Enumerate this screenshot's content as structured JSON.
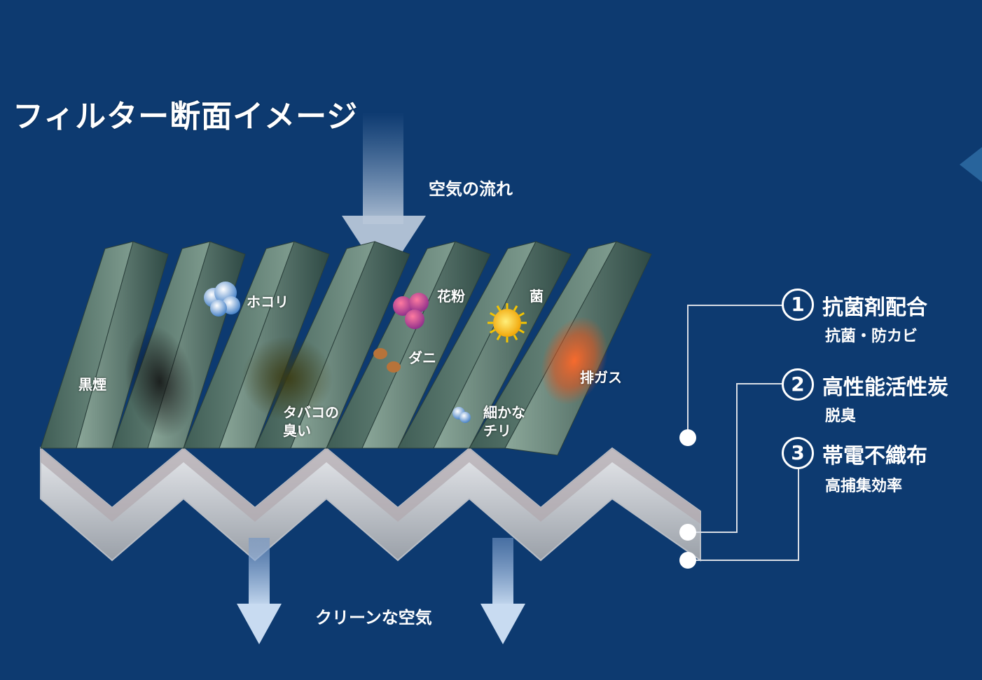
{
  "title": "フィルター断面イメージ",
  "flow": {
    "air_in": "空気の流れ",
    "air_out": "クリーンな空気"
  },
  "particles": {
    "dust": "ホコリ",
    "pollen": "花粉",
    "bacteria": "菌",
    "soot": "黒煙",
    "mite": "ダニ",
    "exhaust": "排ガス",
    "tobacco_line1": "タバコの",
    "tobacco_line2": "臭い",
    "fine_line1": "細かな",
    "fine_line2": "チリ"
  },
  "layers": [
    {
      "number": "1",
      "name": "抗菌剤配合",
      "sub": "抗菌・防カビ"
    },
    {
      "number": "2",
      "name": "高性能活性炭",
      "sub": "脱臭"
    },
    {
      "number": "3",
      "name": "帯電不織布",
      "sub": "高捕集効率"
    }
  ],
  "colors": {
    "background": "#0d3a70",
    "filter_green": "#5f7d70",
    "filter_white": "#cfd3d8",
    "arrow": "#a9c3e0"
  },
  "icons": [
    "arrow-down-icon",
    "cloud-dust-icon",
    "pollen-icon",
    "sun-bacteria-icon",
    "smoke-icon",
    "mite-icon",
    "exhaust-icon",
    "nav-arrow-icon"
  ]
}
